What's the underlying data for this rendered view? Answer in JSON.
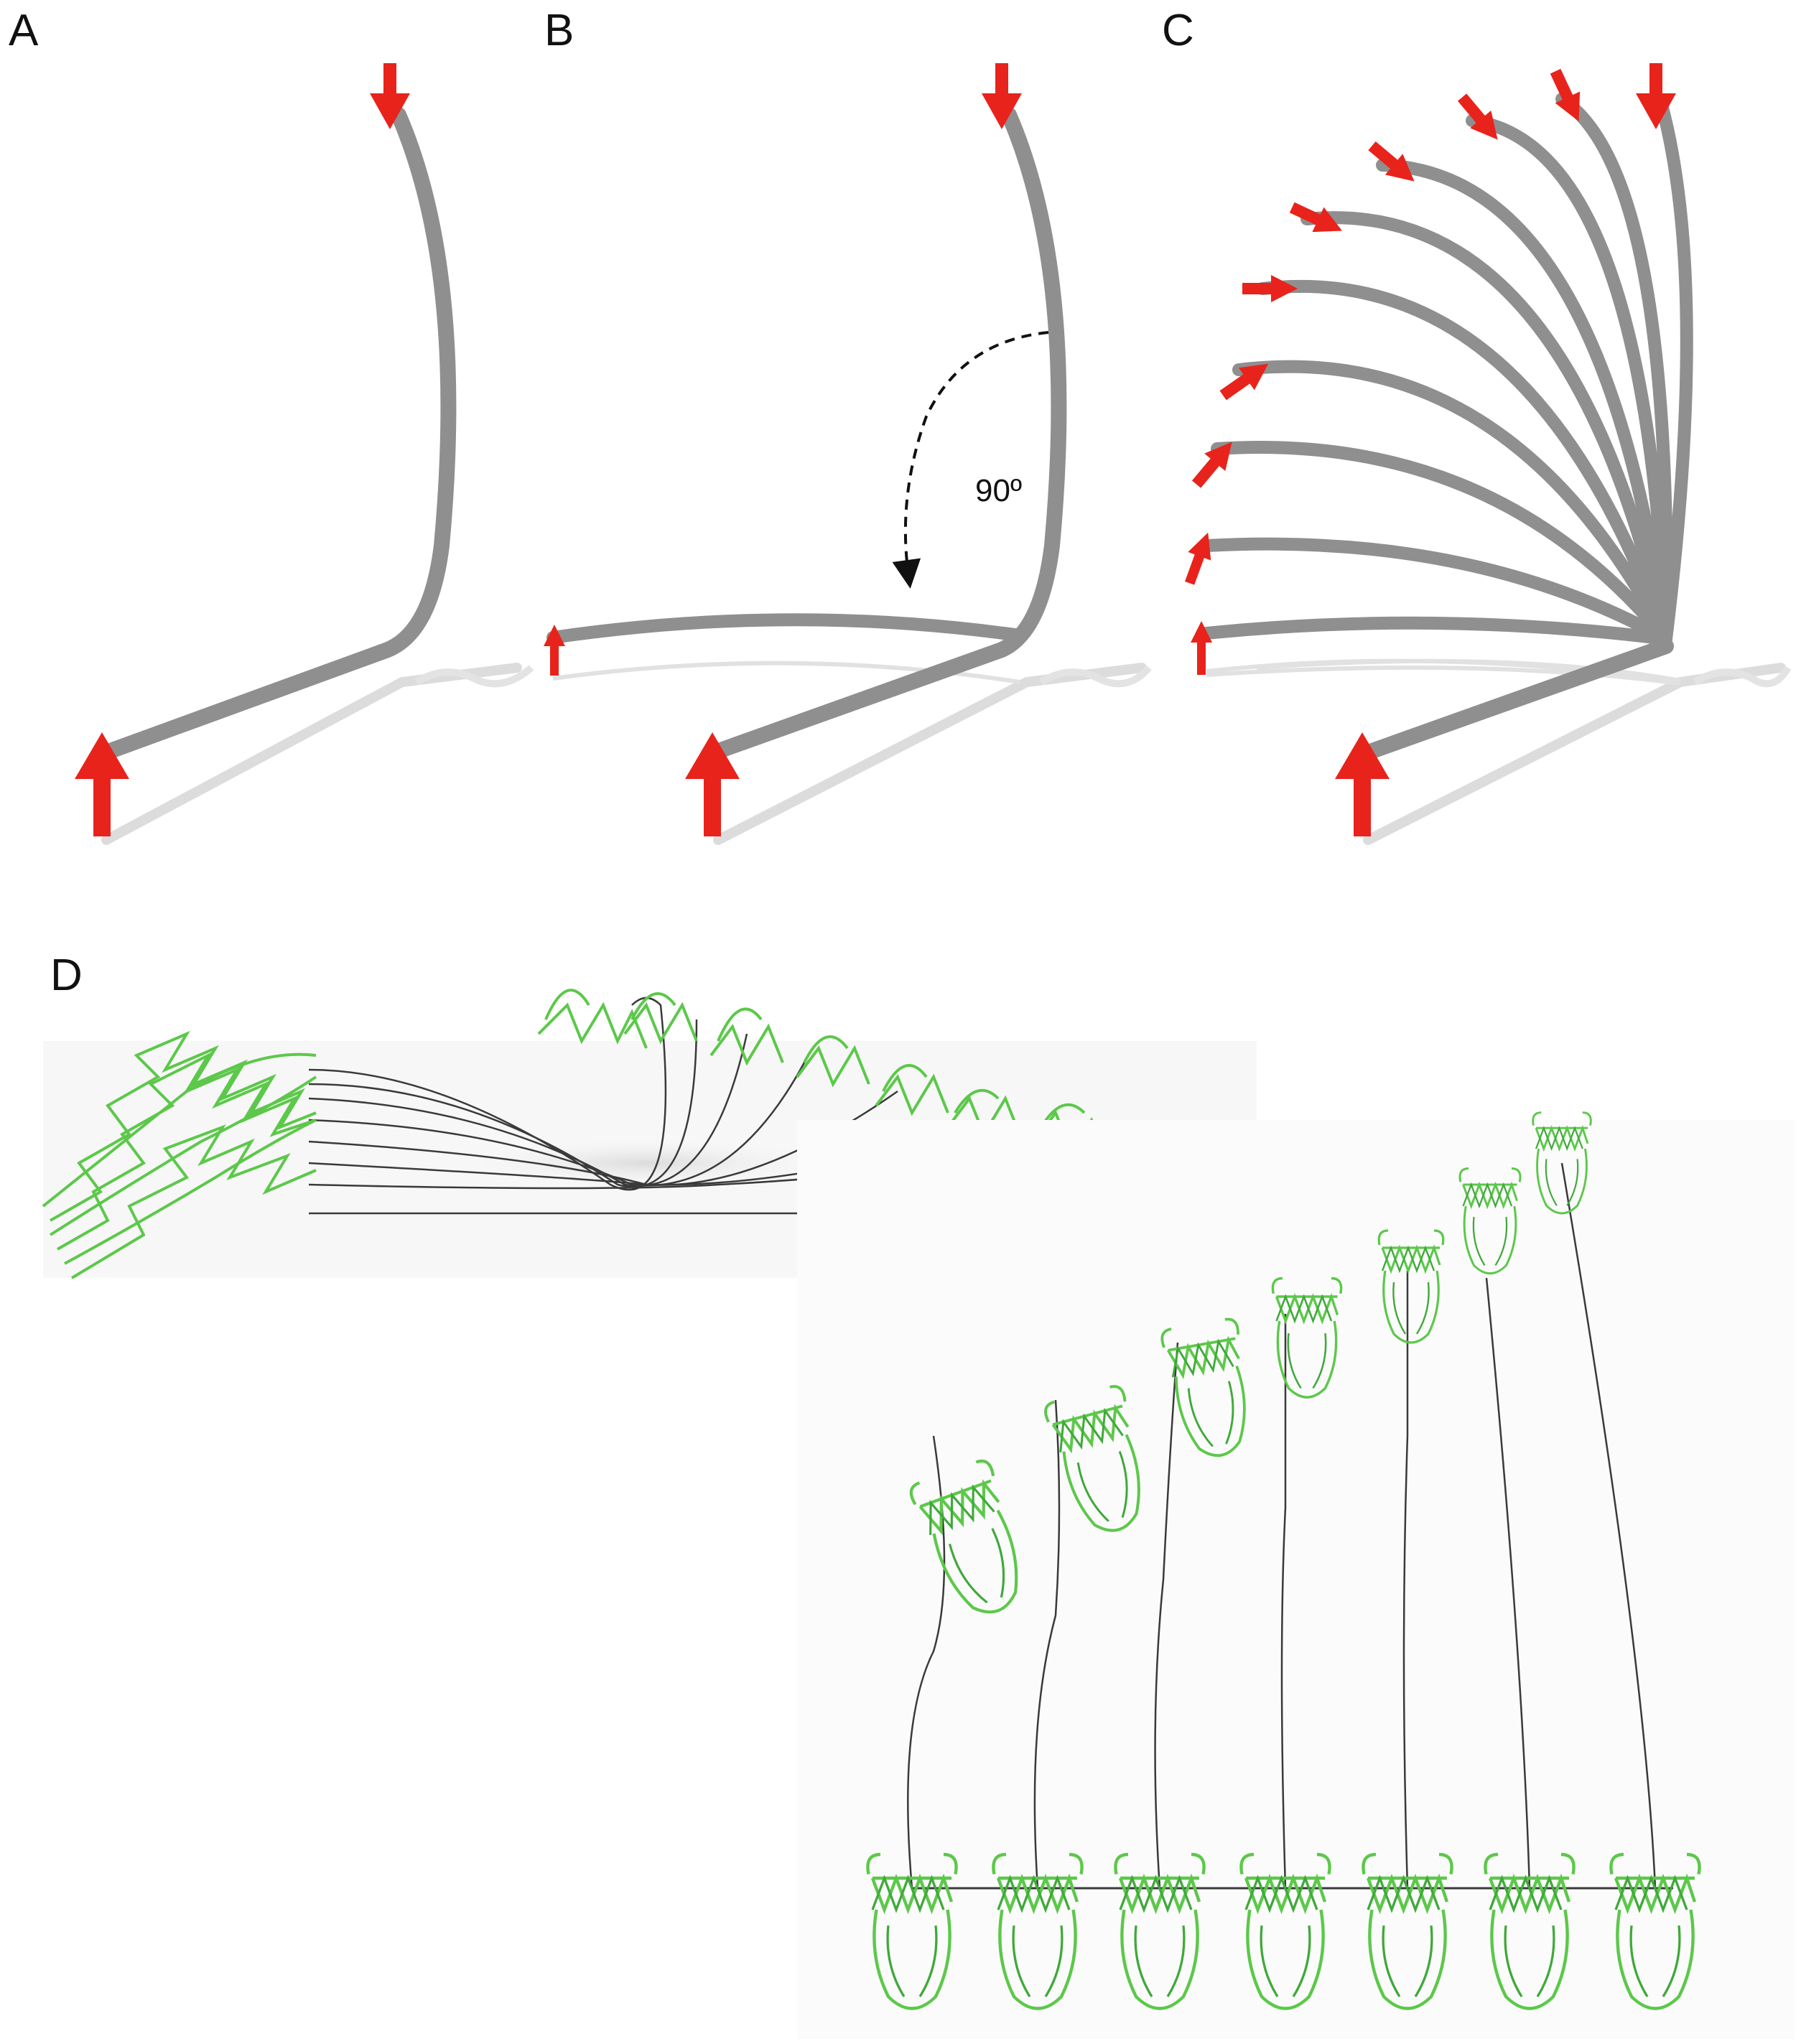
{
  "panels": {
    "a": {
      "label": "A"
    },
    "b": {
      "label": "B",
      "angle": "90º"
    },
    "c": {
      "label": "C"
    },
    "d": {
      "label": "D"
    }
  },
  "colors": {
    "tube": "#8f8f8f",
    "tube_shadow": "#d9d9d9",
    "arrow": "#e8231c",
    "stent": "#5cc84a",
    "stent_dark": "#2f8f2a",
    "wire": "#3a3a3a"
  },
  "icons": {
    "force_arrow": "red-arrow-icon",
    "stent": "stent-frame-icon"
  }
}
